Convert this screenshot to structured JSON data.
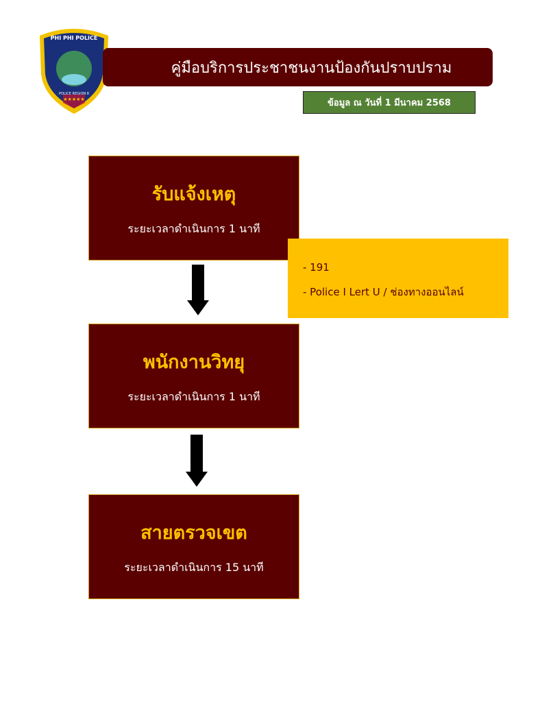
{
  "logo": {
    "text_top": "PHI PHI POLICE",
    "text_bottom": "POLICE REGION 8"
  },
  "header": {
    "title": "คู่มือบริการประชาชนงานป้องกันปราบปราม",
    "date": "ข้อมูล ณ วันที่ 1 มีนาคม 2568"
  },
  "steps": [
    {
      "title": "รับแจ้งเหตุ",
      "duration": "ระยะเวลาดำเนินการ 1 นาที"
    },
    {
      "title": "พนักงานวิทยุ",
      "duration": "ระยะเวลาดำเนินการ 1 นาที"
    },
    {
      "title": "สายตรวจเขต",
      "duration": "ระยะเวลาดำเนินการ 15 นาที"
    }
  ],
  "channels": [
    "- 191",
    "- Police I Lert U / ช่องทางออนไลน์"
  ]
}
